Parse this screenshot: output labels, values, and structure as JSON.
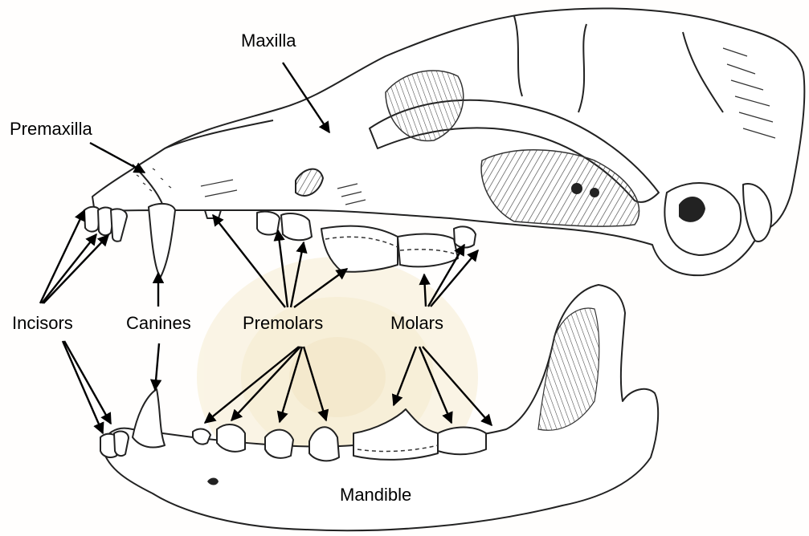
{
  "labels": {
    "maxilla": "Maxilla",
    "premaxilla": "Premaxilla",
    "incisors": "Incisors",
    "canines": "Canines",
    "premolars": "Premolars",
    "molars": "Molars",
    "mandible": "Mandible"
  },
  "colors": {
    "background": "#fffefd",
    "ink": "#000000",
    "watermark": "#f3e7c4"
  }
}
